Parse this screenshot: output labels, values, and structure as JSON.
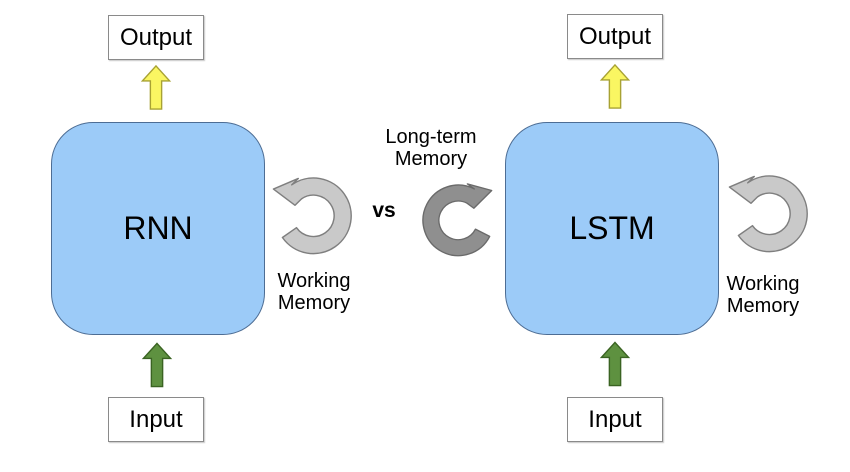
{
  "diagram": {
    "vs_label": "vs",
    "left": {
      "output_label": "Output",
      "box_label": "RNN",
      "input_label": "Input",
      "loop_label_line1": "Working",
      "loop_label_line2": "Memory"
    },
    "right": {
      "output_label": "Output",
      "box_label": "LSTM",
      "input_label": "Input",
      "loop_label_line1": "Working",
      "loop_label_line2": "Memory",
      "longterm_label_line1": "Long-term",
      "longterm_label_line2": "Memory"
    },
    "icons": {
      "up_arrow": "up-arrow-icon",
      "loop": "circular-loop-arrow-icon"
    },
    "colors": {
      "background": "#ffffff",
      "text": "#000000",
      "box_fill": "#9ccbf8",
      "box_border": "#4d6d94",
      "label_box_border": "#8a8a8a",
      "arrow_up_output_fill": "#faf662",
      "arrow_up_output_border": "#a8a233",
      "arrow_up_input_fill": "#5e9140",
      "arrow_up_input_border": "#3a6322",
      "loop_light_fill": "#c9c9c9",
      "loop_light_border": "#7f7f7f",
      "loop_dark_fill": "#8f8f8f",
      "loop_dark_border": "#6a6a6a"
    }
  }
}
